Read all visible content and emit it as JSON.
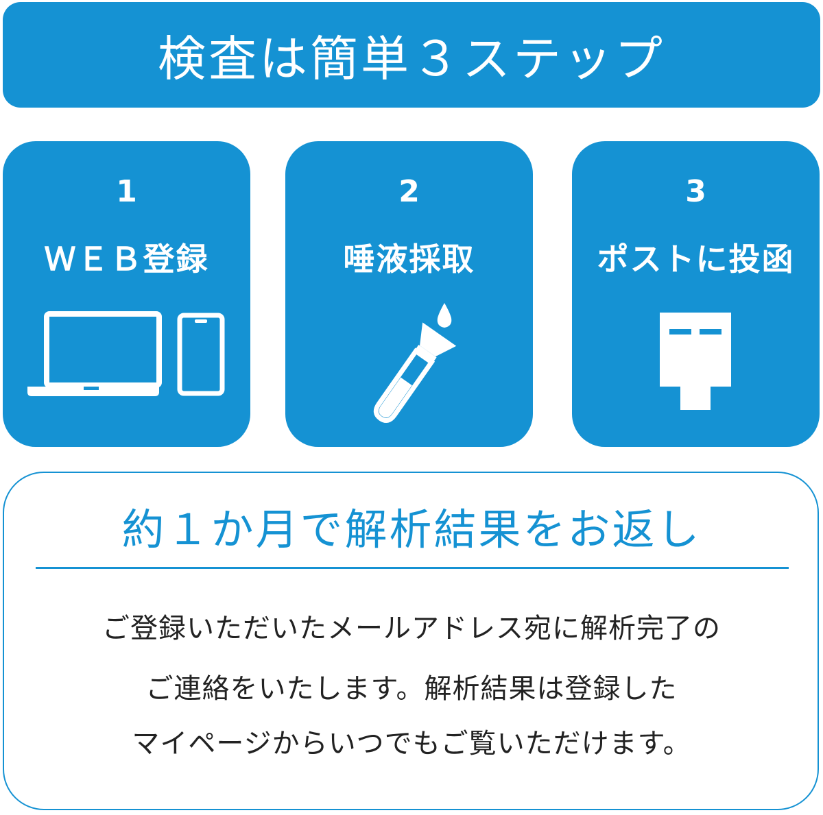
{
  "header": {
    "title": "検査は簡単３ステップ"
  },
  "steps": [
    {
      "number": "1",
      "label": "ＷＥＢ登録",
      "icon": "laptop-and-smartphone-icon"
    },
    {
      "number": "2",
      "label": "唾液採取",
      "icon": "saliva-tube-icon"
    },
    {
      "number": "3",
      "label": "ポストに投函",
      "icon": "mailbox-icon"
    }
  ],
  "result": {
    "title": "約１か月で解析結果をお返し",
    "lines": [
      "ご登録いただいたメールアドレス宛に解析完了の",
      "ご連絡をいたします。解析結果は登録した",
      "マイページからいつでもご覧いただけます。"
    ]
  },
  "colors": {
    "accent": "#1592d3",
    "text": "#222222",
    "background": "#ffffff"
  }
}
